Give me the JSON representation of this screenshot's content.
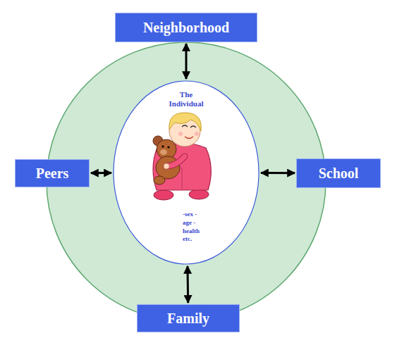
{
  "diagram": {
    "nodes": [
      {
        "text": [
          "Neighborhood"
        ]
      },
      {
        "text": [
          "Peers"
        ]
      },
      {
        "text": [
          "The Individual",
          "-sex -age -health etc."
        ]
      },
      {
        "text": [
          "School"
        ]
      },
      {
        "text": [
          "Family"
        ]
      }
    ],
    "edges": [
      {
        "from": 0,
        "to": 2,
        "arrow": "both"
      },
      {
        "from": 1,
        "to": 2,
        "arrow": "both"
      },
      {
        "from": 3,
        "to": 2,
        "arrow": "both"
      },
      {
        "from": 4,
        "to": 2,
        "arrow": "both"
      }
    ]
  }
}
